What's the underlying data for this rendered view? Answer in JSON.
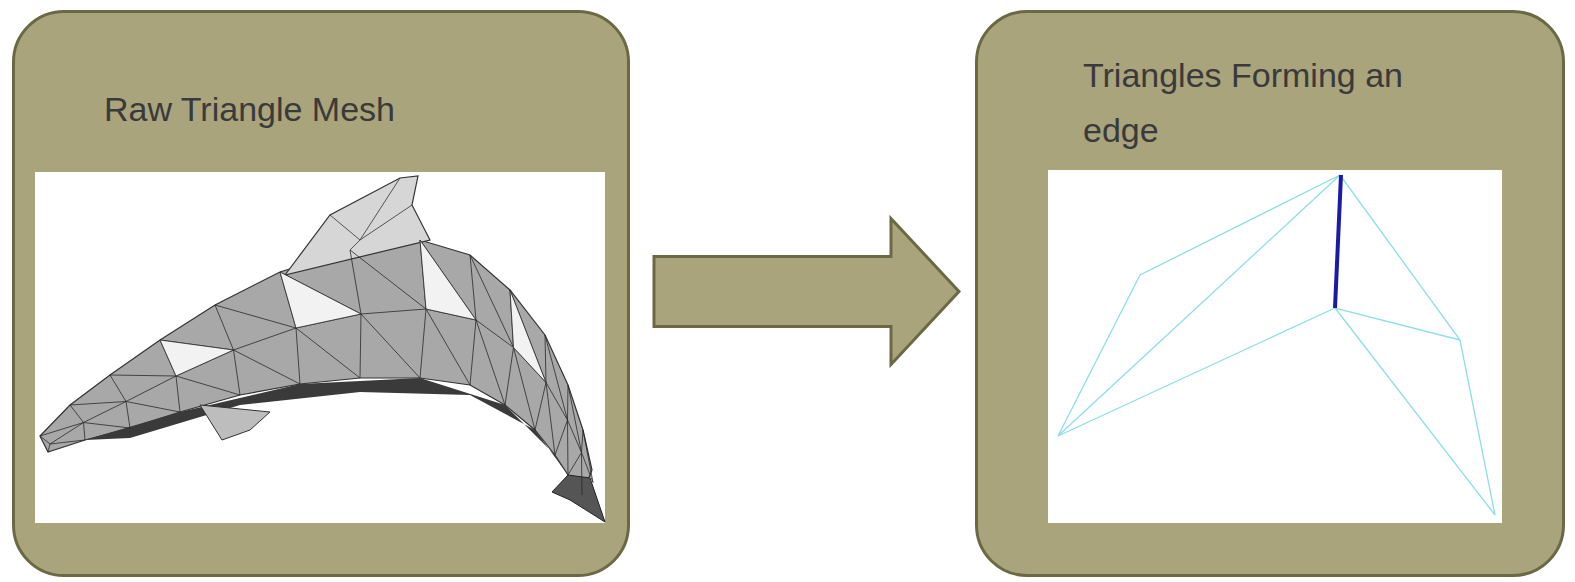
{
  "diagram": {
    "nodes": [
      {
        "text": [
          "Raw Triangle Mesh"
        ]
      },
      {
        "text": [
          "Triangles Forming an edge"
        ]
      }
    ],
    "edges": [
      {
        "from": 0,
        "to": 1,
        "arrow": "to"
      }
    ]
  }
}
